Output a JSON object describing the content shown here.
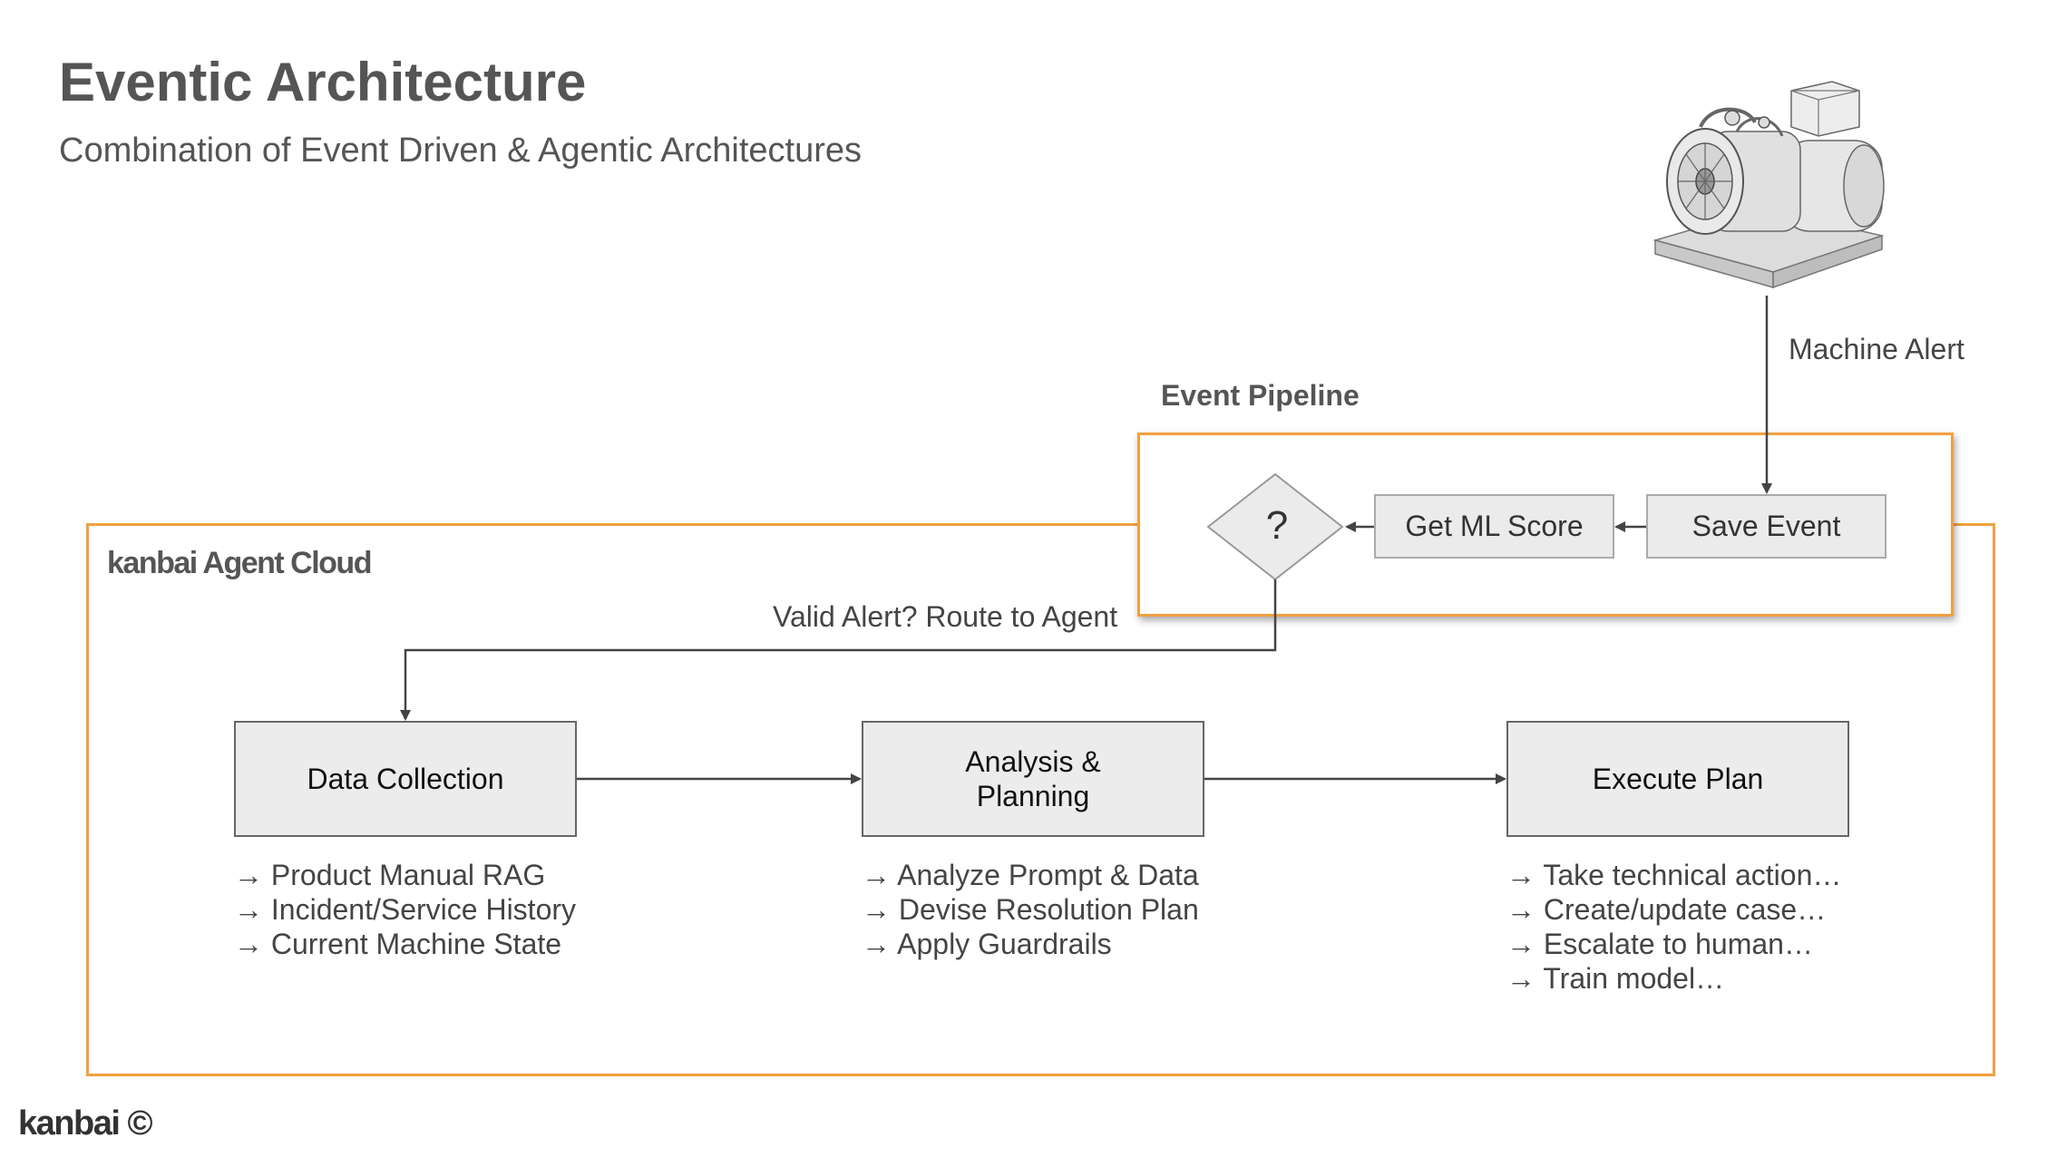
{
  "header": {
    "title": "Eventic Architecture",
    "subtitle": "Combination of Event Driven & Agentic Architectures"
  },
  "machine": {
    "icon": "industrial-machine-icon",
    "alert_label": "Machine Alert"
  },
  "pipeline": {
    "label": "Event Pipeline",
    "decision": "?",
    "get_ml_score": "Get ML Score",
    "save_event": "Save Event"
  },
  "agent_cloud": {
    "label": "kanbai Agent Cloud",
    "route_label": "Valid Alert? Route to Agent",
    "steps": [
      {
        "label": "Data Collection",
        "items": [
          "→ Product Manual RAG",
          "→ Incident/Service History",
          "→ Current Machine State"
        ]
      },
      {
        "label_line1": "Analysis &",
        "label_line2": "Planning",
        "items": [
          "→ Analyze Prompt & Data",
          "→ Devise Resolution Plan",
          "→ Apply Guardrails"
        ]
      },
      {
        "label": "Execute Plan",
        "items": [
          "→ Take technical action…",
          "→ Create/update case…",
          "→ Escalate to human…",
          "→ Train model…"
        ]
      }
    ]
  },
  "footer": {
    "logo": "kanbai ©"
  },
  "colors": {
    "frame_accent": "#f0a040",
    "box_fill": "#ececec",
    "line": "#444444"
  }
}
